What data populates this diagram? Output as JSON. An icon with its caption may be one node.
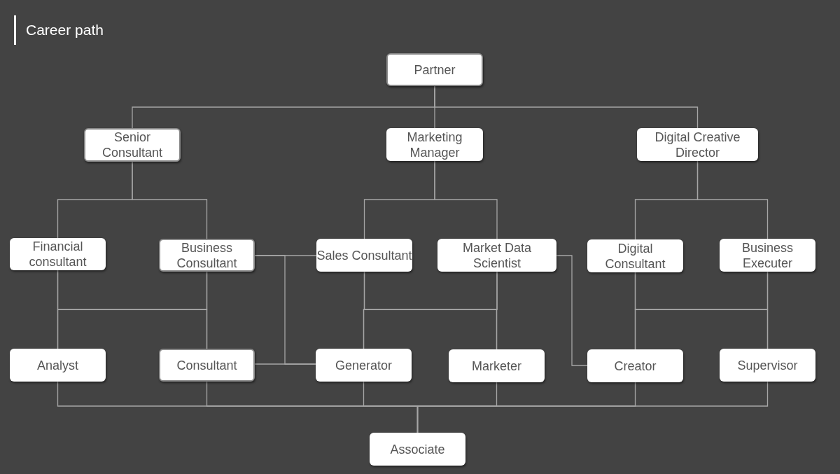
{
  "diagram": {
    "title": "Career path",
    "nodes": [
      {
        "text": [
          "Partner"
        ]
      },
      {
        "text": [
          "Senior Consultant"
        ]
      },
      {
        "text": [
          "Marketing Manager"
        ]
      },
      {
        "text": [
          "Digital Creative Director"
        ]
      },
      {
        "text": [
          "Financial consultant"
        ]
      },
      {
        "text": [
          "Business Consultant"
        ]
      },
      {
        "text": [
          "Sales Consultant"
        ]
      },
      {
        "text": [
          "Market Data Scientist"
        ]
      },
      {
        "text": [
          "Digital Consultant"
        ]
      },
      {
        "text": [
          "Business Executer"
        ]
      },
      {
        "text": [
          "Analyst"
        ]
      },
      {
        "text": [
          "Consultant"
        ]
      },
      {
        "text": [
          "Generator"
        ]
      },
      {
        "text": [
          "Marketer"
        ]
      },
      {
        "text": [
          "Creator"
        ]
      },
      {
        "text": [
          "Supervisor"
        ]
      },
      {
        "text": [
          "Associate"
        ]
      }
    ],
    "edges": [
      {
        "from": 0,
        "to": 1,
        "arrow": "none"
      },
      {
        "from": 0,
        "to": 2,
        "arrow": "none"
      },
      {
        "from": 0,
        "to": 3,
        "arrow": "none"
      },
      {
        "from": 1,
        "to": 4,
        "arrow": "none"
      },
      {
        "from": 1,
        "to": 5,
        "arrow": "none"
      },
      {
        "from": 2,
        "to": 6,
        "arrow": "none"
      },
      {
        "from": 2,
        "to": 7,
        "arrow": "none"
      },
      {
        "from": 3,
        "to": 8,
        "arrow": "none"
      },
      {
        "from": 3,
        "to": 9,
        "arrow": "none"
      },
      {
        "from": 4,
        "to": 10,
        "arrow": "none"
      },
      {
        "from": 4,
        "to": 11,
        "arrow": "none"
      },
      {
        "from": 5,
        "to": 10,
        "arrow": "none"
      },
      {
        "from": 5,
        "to": 11,
        "arrow": "none"
      },
      {
        "from": 6,
        "to": 12,
        "arrow": "none"
      },
      {
        "from": 6,
        "to": 13,
        "arrow": "none"
      },
      {
        "from": 7,
        "to": 12,
        "arrow": "none"
      },
      {
        "from": 7,
        "to": 13,
        "arrow": "none"
      },
      {
        "from": 8,
        "to": 14,
        "arrow": "none"
      },
      {
        "from": 8,
        "to": 15,
        "arrow": "none"
      },
      {
        "from": 9,
        "to": 14,
        "arrow": "none"
      },
      {
        "from": 9,
        "to": 15,
        "arrow": "none"
      },
      {
        "from": 5,
        "to": 6,
        "arrow": "none"
      },
      {
        "from": 11,
        "to": 12,
        "arrow": "none"
      },
      {
        "from": 5,
        "to": 12,
        "arrow": "none"
      },
      {
        "from": 7,
        "to": 14,
        "arrow": "none"
      },
      {
        "from": 10,
        "to": 16,
        "arrow": "none"
      },
      {
        "from": 11,
        "to": 16,
        "arrow": "none"
      },
      {
        "from": 12,
        "to": 16,
        "arrow": "none"
      },
      {
        "from": 13,
        "to": 16,
        "arrow": "none"
      },
      {
        "from": 14,
        "to": 16,
        "arrow": "none"
      },
      {
        "from": 15,
        "to": 16,
        "arrow": "none"
      }
    ]
  }
}
